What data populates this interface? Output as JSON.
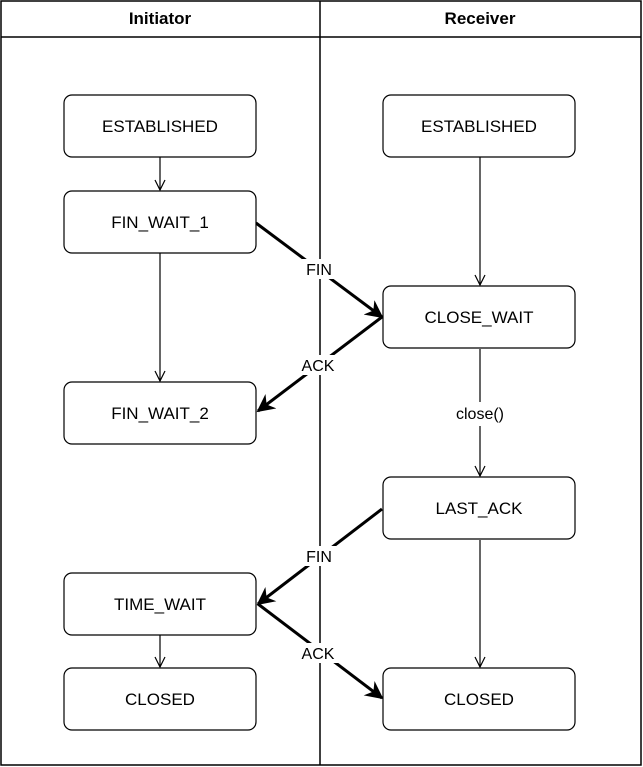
{
  "lanes": {
    "initiator": "Initiator",
    "receiver": "Receiver"
  },
  "states": {
    "init_established": "ESTABLISHED",
    "init_fin_wait_1": "FIN_WAIT_1",
    "init_fin_wait_2": "FIN_WAIT_2",
    "init_time_wait": "TIME_WAIT",
    "init_closed": "CLOSED",
    "recv_established": "ESTABLISHED",
    "recv_close_wait": "CLOSE_WAIT",
    "recv_last_ack": "LAST_ACK",
    "recv_closed": "CLOSED"
  },
  "edges": {
    "fin_1": "FIN",
    "ack_1": "ACK",
    "close_call": "close()",
    "fin_2": "FIN",
    "ack_2": "ACK"
  }
}
